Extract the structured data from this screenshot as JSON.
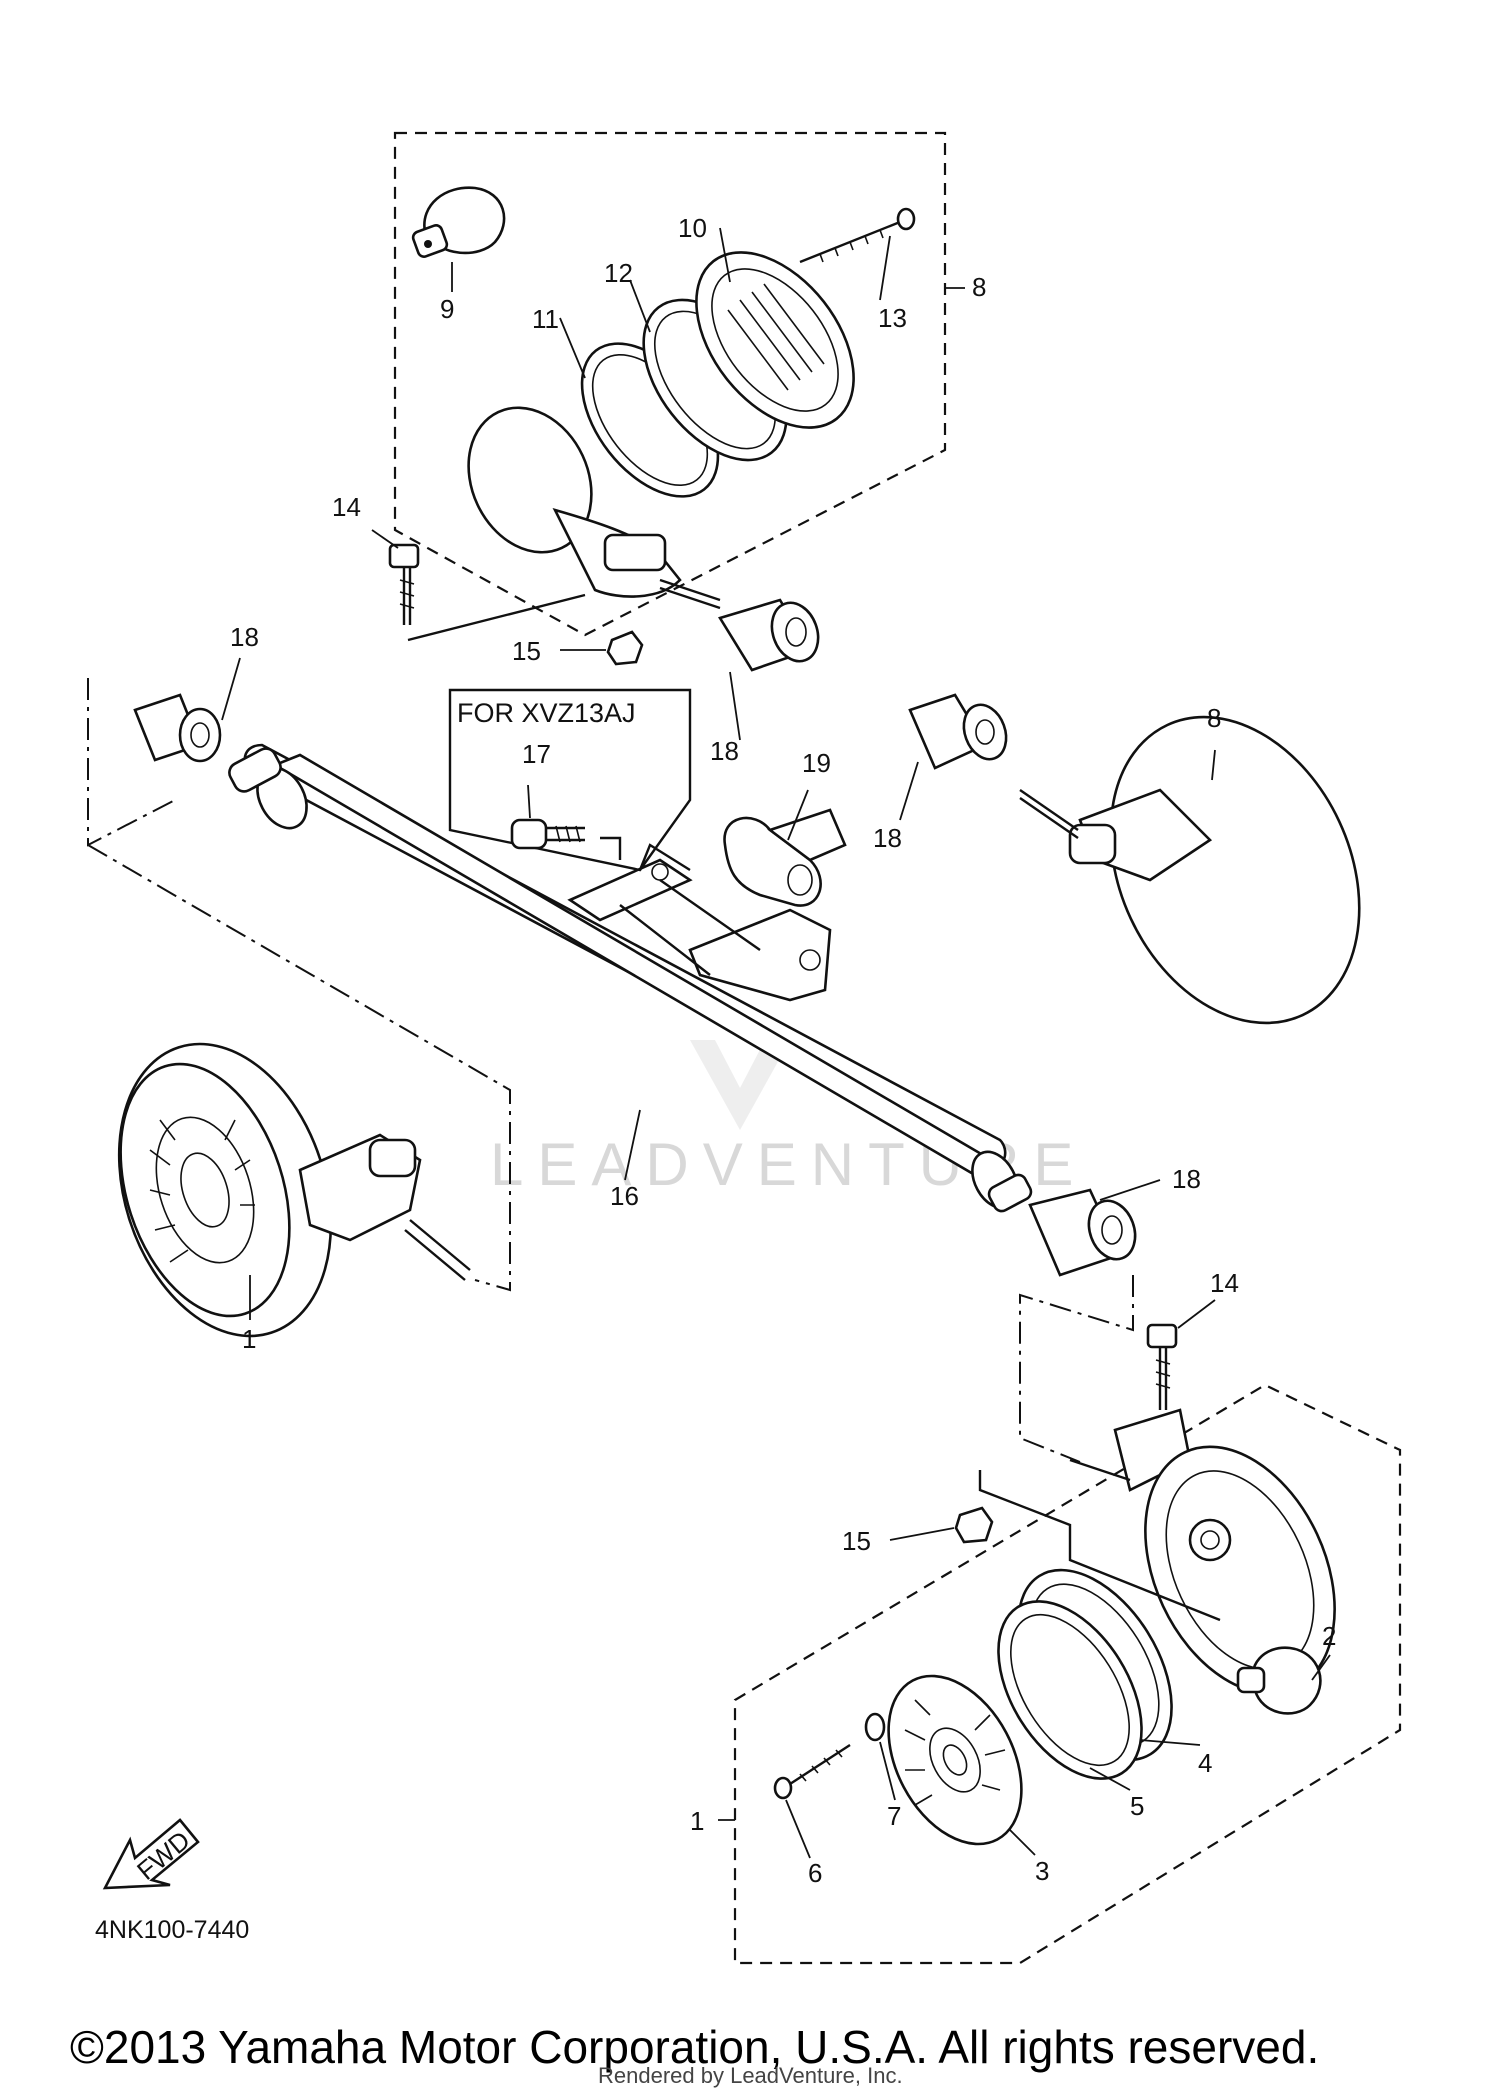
{
  "diagram": {
    "callouts": [
      "1",
      "1",
      "2",
      "3",
      "4",
      "5",
      "6",
      "7",
      "8",
      "8",
      "9",
      "10",
      "11",
      "12",
      "13",
      "14",
      "14",
      "15",
      "15",
      "16",
      "17",
      "18",
      "18",
      "18",
      "18",
      "19"
    ],
    "note_box_label": "FOR XVZ13AJ",
    "drawing_code": "4NK100-7440",
    "fwd_label": "FWD",
    "watermark": "LEADVENTURE"
  },
  "footer": {
    "copyright": "©2013 Yamaha Motor Corporation, U.S.A. All rights reserved.",
    "rendered_by": "Rendered by LeadVenture, Inc."
  }
}
